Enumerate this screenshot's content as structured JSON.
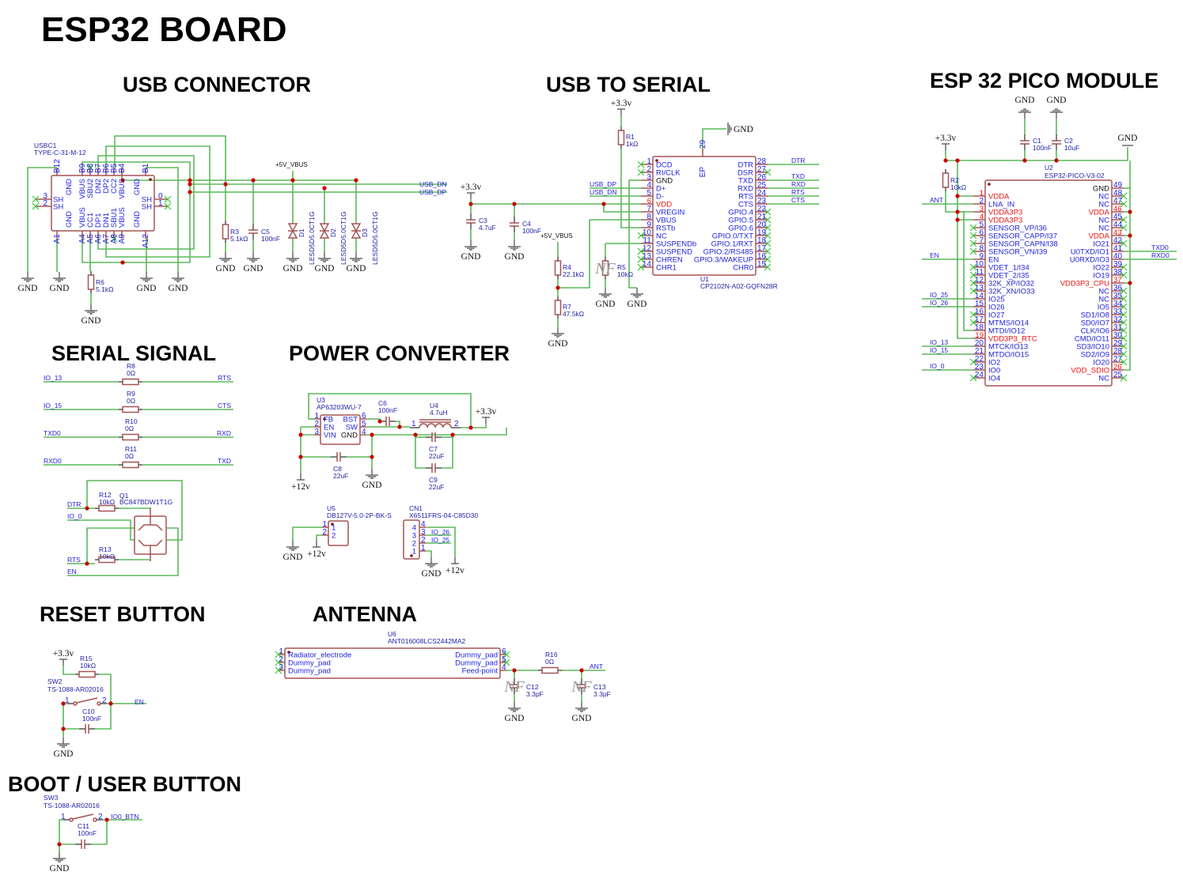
{
  "title": "ESP32 BOARD",
  "sections": {
    "usb_connector": "USB CONNECTOR",
    "usb_to_serial": "USB TO SERIAL",
    "esp32_module": "ESP 32 PICO MODULE",
    "serial_signal": "SERIAL SIGNAL",
    "power_converter": "POWER CONVERTER",
    "reset_button": "RESET BUTTON",
    "antenna": "ANTENNA",
    "boot_button": "BOOT / USER BUTTON"
  },
  "power": {
    "gnd": "GND",
    "v33": "+3.3v",
    "v12": "+12v",
    "vbus": "+5V_VBUS"
  },
  "colors": {
    "wire": "#5cb85c",
    "body": "#a65353",
    "pin_text": "#2222dd",
    "power_pin_text": "#ee1111",
    "junction": "#cc0000",
    "no_connect": "#33cc33"
  },
  "usbc1": {
    "ref": "USBC1",
    "value": "TYPE-C-31-M-12",
    "top_pins": [
      {
        "num": "B12",
        "name": "GND"
      },
      {
        "num": "B9",
        "name": "VBUS"
      },
      {
        "num": "B8",
        "name": "SBU2"
      },
      {
        "num": "B7",
        "name": "DN2"
      },
      {
        "num": "B6",
        "name": "DP2"
      },
      {
        "num": "B5",
        "name": "CC2"
      },
      {
        "num": "B4",
        "name": "VBUS"
      },
      {
        "num": "B1",
        "name": "GND"
      }
    ],
    "bottom_pins": [
      {
        "num": "A1",
        "name": "GND"
      },
      {
        "num": "A4",
        "name": "VBUS"
      },
      {
        "num": "A5",
        "name": "CC1"
      },
      {
        "num": "A6",
        "name": "DP1"
      },
      {
        "num": "A7",
        "name": "DN1"
      },
      {
        "num": "A8",
        "name": "SBU1"
      },
      {
        "num": "A9",
        "name": "VBUS"
      },
      {
        "num": "A12",
        "name": "GND"
      }
    ],
    "left_pins": [
      {
        "num": "3",
        "name": "SH"
      },
      {
        "num": "2",
        "name": "SH"
      }
    ],
    "right_pins": [
      {
        "num": "0",
        "name": "SH"
      },
      {
        "num": "1",
        "name": "SH"
      }
    ]
  },
  "u1": {
    "ref": "U1",
    "value": "CP2102N-A02-GQFN28R",
    "ep_name": "EP",
    "ep_num": "29",
    "left_pins": [
      {
        "num": "1",
        "name": "DCD"
      },
      {
        "num": "2",
        "name": "RI/CLK"
      },
      {
        "num": "3",
        "name": "GND",
        "kind": "black"
      },
      {
        "num": "4",
        "name": "D+"
      },
      {
        "num": "5",
        "name": "D-"
      },
      {
        "num": "6",
        "name": "VDD",
        "kind": "power"
      },
      {
        "num": "7",
        "name": "VREGIN"
      },
      {
        "num": "8",
        "name": "VBUS"
      },
      {
        "num": "9",
        "name": "RSTb"
      },
      {
        "num": "10",
        "name": "NC"
      },
      {
        "num": "11",
        "name": "SUSPENDb"
      },
      {
        "num": "12",
        "name": "SUSPEND"
      },
      {
        "num": "13",
        "name": "CHREN"
      },
      {
        "num": "14",
        "name": "CHR1"
      }
    ],
    "right_pins": [
      {
        "num": "28",
        "name": "DTR"
      },
      {
        "num": "27",
        "name": "DSR"
      },
      {
        "num": "26",
        "name": "TXD"
      },
      {
        "num": "25",
        "name": "RXD"
      },
      {
        "num": "24",
        "name": "RTS"
      },
      {
        "num": "23",
        "name": "CTS"
      },
      {
        "num": "22",
        "name": "GPIO.4"
      },
      {
        "num": "21",
        "name": "GPIO.5"
      },
      {
        "num": "20",
        "name": "GPIO.6"
      },
      {
        "num": "19",
        "name": "GPIO.0/TXT"
      },
      {
        "num": "18",
        "name": "GPIO.1/RXT"
      },
      {
        "num": "17",
        "name": "GPIO.2/RS485"
      },
      {
        "num": "16",
        "name": "GPIO.3/WAKEUP"
      },
      {
        "num": "15",
        "name": "CHR0"
      }
    ]
  },
  "u2": {
    "ref": "U2",
    "value": "ESP32-PICO-V3-02",
    "left_pins": [
      {
        "num": "1",
        "name": "VDDA",
        "kind": "power"
      },
      {
        "num": "2",
        "name": "LNA_IN"
      },
      {
        "num": "3",
        "name": "VDDA3P3",
        "kind": "power"
      },
      {
        "num": "4",
        "name": "VDDA3P3",
        "kind": "power"
      },
      {
        "num": "5",
        "name": "SENSOR_VP/I36"
      },
      {
        "num": "6",
        "name": "SENSOR_CAPP/I37"
      },
      {
        "num": "7",
        "name": "SENSOR_CAPN/I38"
      },
      {
        "num": "8",
        "name": "SENSOR_VN/I39"
      },
      {
        "num": "9",
        "name": "EN"
      },
      {
        "num": "10",
        "name": "VDET_1/I34"
      },
      {
        "num": "11",
        "name": "VDET_2/I35"
      },
      {
        "num": "12",
        "name": "32K_XP/IO32"
      },
      {
        "num": "13",
        "name": "32K_XN/IO33"
      },
      {
        "num": "14",
        "name": "IO25"
      },
      {
        "num": "15",
        "name": "IO26"
      },
      {
        "num": "16",
        "name": "IO27"
      },
      {
        "num": "17",
        "name": "MTMS/IO14"
      },
      {
        "num": "18",
        "name": "MTDI/IO12"
      },
      {
        "num": "19",
        "name": "VDD3P3_RTC",
        "kind": "power"
      },
      {
        "num": "20",
        "name": "MTCK/IO13"
      },
      {
        "num": "21",
        "name": "MTDO/IO15"
      },
      {
        "num": "22",
        "name": "IO2"
      },
      {
        "num": "23",
        "name": "IO0"
      },
      {
        "num": "24",
        "name": "IO4"
      }
    ],
    "right_pins": [
      {
        "num": "49",
        "name": "GND",
        "kind": "black"
      },
      {
        "num": "48",
        "name": "NC"
      },
      {
        "num": "47",
        "name": "NC"
      },
      {
        "num": "46",
        "name": "VDDA",
        "kind": "power"
      },
      {
        "num": "45",
        "name": "NC"
      },
      {
        "num": "44",
        "name": "NC"
      },
      {
        "num": "43",
        "name": "VDDA",
        "kind": "power"
      },
      {
        "num": "42",
        "name": "IO21"
      },
      {
        "num": "41",
        "name": "U0TXD/IO1"
      },
      {
        "num": "40",
        "name": "U0RXD/IO3"
      },
      {
        "num": "39",
        "name": "IO22"
      },
      {
        "num": "38",
        "name": "IO19"
      },
      {
        "num": "37",
        "name": "VDD3P3_CPU",
        "kind": "power"
      },
      {
        "num": "36",
        "name": "NC"
      },
      {
        "num": "35",
        "name": "NC"
      },
      {
        "num": "34",
        "name": "IO5"
      },
      {
        "num": "33",
        "name": "SD1/IO8"
      },
      {
        "num": "32",
        "name": "SD0/IO7"
      },
      {
        "num": "31",
        "name": "CLK/IO6"
      },
      {
        "num": "30",
        "name": "CMD/IO11"
      },
      {
        "num": "29",
        "name": "SD3/IO10"
      },
      {
        "num": "28",
        "name": "SD2/IO9"
      },
      {
        "num": "27",
        "name": "IO20"
      },
      {
        "num": "26",
        "name": "VDD_SDIO",
        "kind": "power"
      },
      {
        "num": "25",
        "name": "NC"
      }
    ]
  },
  "u3": {
    "ref": "U3",
    "value": "AP63203WU-7",
    "left_pins": [
      {
        "num": "1",
        "name": "FB"
      },
      {
        "num": "2",
        "name": "EN"
      },
      {
        "num": "3",
        "name": "VIN"
      }
    ],
    "right_pins": [
      {
        "num": "6",
        "name": "BST"
      },
      {
        "num": "5",
        "name": "SW"
      },
      {
        "num": "4",
        "name": "GND",
        "kind": "black"
      }
    ]
  },
  "u4": {
    "ref": "U4",
    "value": "4.7uH",
    "pin1": "1",
    "pin2": "2"
  },
  "u5": {
    "ref": "U5",
    "value": "DB127V-5.0-2P-BK-S",
    "pins": [
      {
        "num": "1",
        "name": "1"
      },
      {
        "num": "2",
        "name": "2"
      }
    ]
  },
  "cn1": {
    "ref": "CN1",
    "value": "X6511FRS-04-C85D30",
    "pins": [
      {
        "num": "4",
        "name": "4"
      },
      {
        "num": "3",
        "name": "3"
      },
      {
        "num": "2",
        "name": "2"
      },
      {
        "num": "1",
        "name": "1"
      }
    ]
  },
  "u6": {
    "ref": "U6",
    "value": "ANT016008LCS2442MA2",
    "left_pins": [
      {
        "num": "1",
        "name": "Radiator_electrode"
      },
      {
        "num": "2",
        "name": "Dummy_pad"
      },
      {
        "num": "3",
        "name": "Dummy_pad"
      }
    ],
    "right_pins": [
      {
        "num": "6",
        "name": "Dummy_pad"
      },
      {
        "num": "5",
        "name": "Dummy_pad"
      },
      {
        "num": "4",
        "name": "Feed-point"
      }
    ]
  },
  "q1": {
    "ref": "Q1",
    "value": "BC847BDW1T1G"
  },
  "sw2": {
    "ref": "SW2",
    "value": "TS-1088-AR02016",
    "pin1": "1",
    "pin2": "2"
  },
  "sw3": {
    "ref": "SW3",
    "value": "TS-1088-AR02016",
    "pin1": "1",
    "pin2": "2"
  },
  "diodes": {
    "D1": {
      "ref": "D1",
      "value": "LESD5D5.0CT1G"
    },
    "D2": {
      "ref": "D2",
      "value": "LESD5D5.0CT1G"
    },
    "D3": {
      "ref": "D3",
      "value": "LESD5D5.0CT1G"
    }
  },
  "passives": {
    "R1": {
      "ref": "R1",
      "value": "1kΩ"
    },
    "R2": {
      "ref": "R2",
      "value": "10kΩ"
    },
    "R3": {
      "ref": "R3",
      "value": "5.1kΩ"
    },
    "R4": {
      "ref": "R4",
      "value": "22.1kΩ"
    },
    "R5": {
      "ref": "R5",
      "value": "10kΩ",
      "mark": "NF"
    },
    "R6": {
      "ref": "R6",
      "value": "5.1kΩ"
    },
    "R7": {
      "ref": "R7",
      "value": "47.5kΩ"
    },
    "R8": {
      "ref": "R8",
      "value": "0Ω"
    },
    "R9": {
      "ref": "R9",
      "value": "0Ω"
    },
    "R10": {
      "ref": "R10",
      "value": "0Ω"
    },
    "R11": {
      "ref": "R11",
      "value": "0Ω"
    },
    "R12": {
      "ref": "R12",
      "value": "10kΩ"
    },
    "R13": {
      "ref": "R13",
      "value": "10kΩ"
    },
    "R15": {
      "ref": "R15",
      "value": "10kΩ"
    },
    "R16": {
      "ref": "R16",
      "value": "0Ω"
    },
    "C1": {
      "ref": "C1",
      "value": "100nF"
    },
    "C2": {
      "ref": "C2",
      "value": "10uF"
    },
    "C3": {
      "ref": "C3",
      "value": "4.7uF"
    },
    "C4": {
      "ref": "C4",
      "value": "100nF"
    },
    "C5": {
      "ref": "C5",
      "value": "100nF"
    },
    "C6": {
      "ref": "C6",
      "value": "100nF"
    },
    "C7": {
      "ref": "C7",
      "value": "22uF"
    },
    "C8": {
      "ref": "C8",
      "value": "22uF"
    },
    "C9": {
      "ref": "C9",
      "value": "22uF"
    },
    "C10": {
      "ref": "C10",
      "value": "100nF"
    },
    "C11": {
      "ref": "C11",
      "value": "100nF"
    },
    "C12": {
      "ref": "C12",
      "value": "3.3pF",
      "mark": "NF"
    },
    "C13": {
      "ref": "C13",
      "value": "3.3pF",
      "mark": "NF"
    }
  },
  "nets": {
    "usb_dn": "USB_DN",
    "usb_dp": "USB_DP",
    "dtr": "DTR",
    "txd": "TXD",
    "rxd": "RXD",
    "rts": "RTS",
    "cts": "CTS",
    "ant": "ANT",
    "en": "EN",
    "io_25": "IO_25",
    "io_26": "IO_26",
    "io_13": "IO_13",
    "io_15": "IO_15",
    "io_0": "IO_0",
    "txd0": "TXD0",
    "rxd0": "RXD0",
    "io0_btn": "IO0_BTN"
  }
}
